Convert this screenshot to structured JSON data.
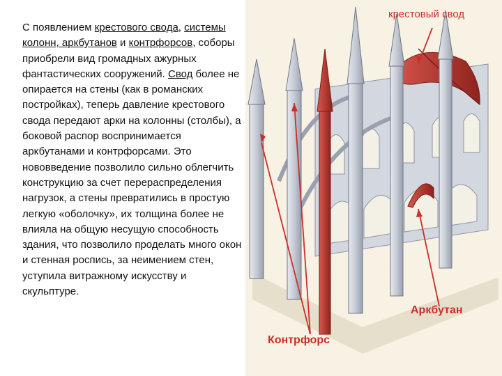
{
  "paragraph": {
    "intro": "С появлением ",
    "term_vault": "крестового свода",
    "sep1": ", ",
    "term_system": "системы колонн, аркбутанов",
    "sep2": " и ",
    "term_buttresses": "контрфорсов",
    "part2": ", соборы приобрели вид громадных ажурных фантастических сооружений. ",
    "term_svod": "Свод",
    "part3": " более не опирается на стены (как в романских постройках), теперь давление крестового свода передают арки на колонны (столбы), а боковой распор воспринимается аркбутанами и контрфорсами. Это нововведение позволило сильно облегчить конструкцию за счет перераспределения нагрузок, а стены превратились в простую легкую «оболочку», их толщина более не влияла на общую несущую способность здания, что позволило проделать много окон и стенная роспись, за неимением стен, уступила витражному искусству и скульптуре."
  },
  "labels": {
    "cross_vault": "крестовый свод",
    "flying_buttress": "Аркбутан",
    "buttress": "Контрфорс"
  },
  "colors": {
    "label_red": "#c8302a",
    "highlight_red": "#b0302a",
    "stone": "#c9cdd6",
    "background": "#f7f2e3"
  }
}
